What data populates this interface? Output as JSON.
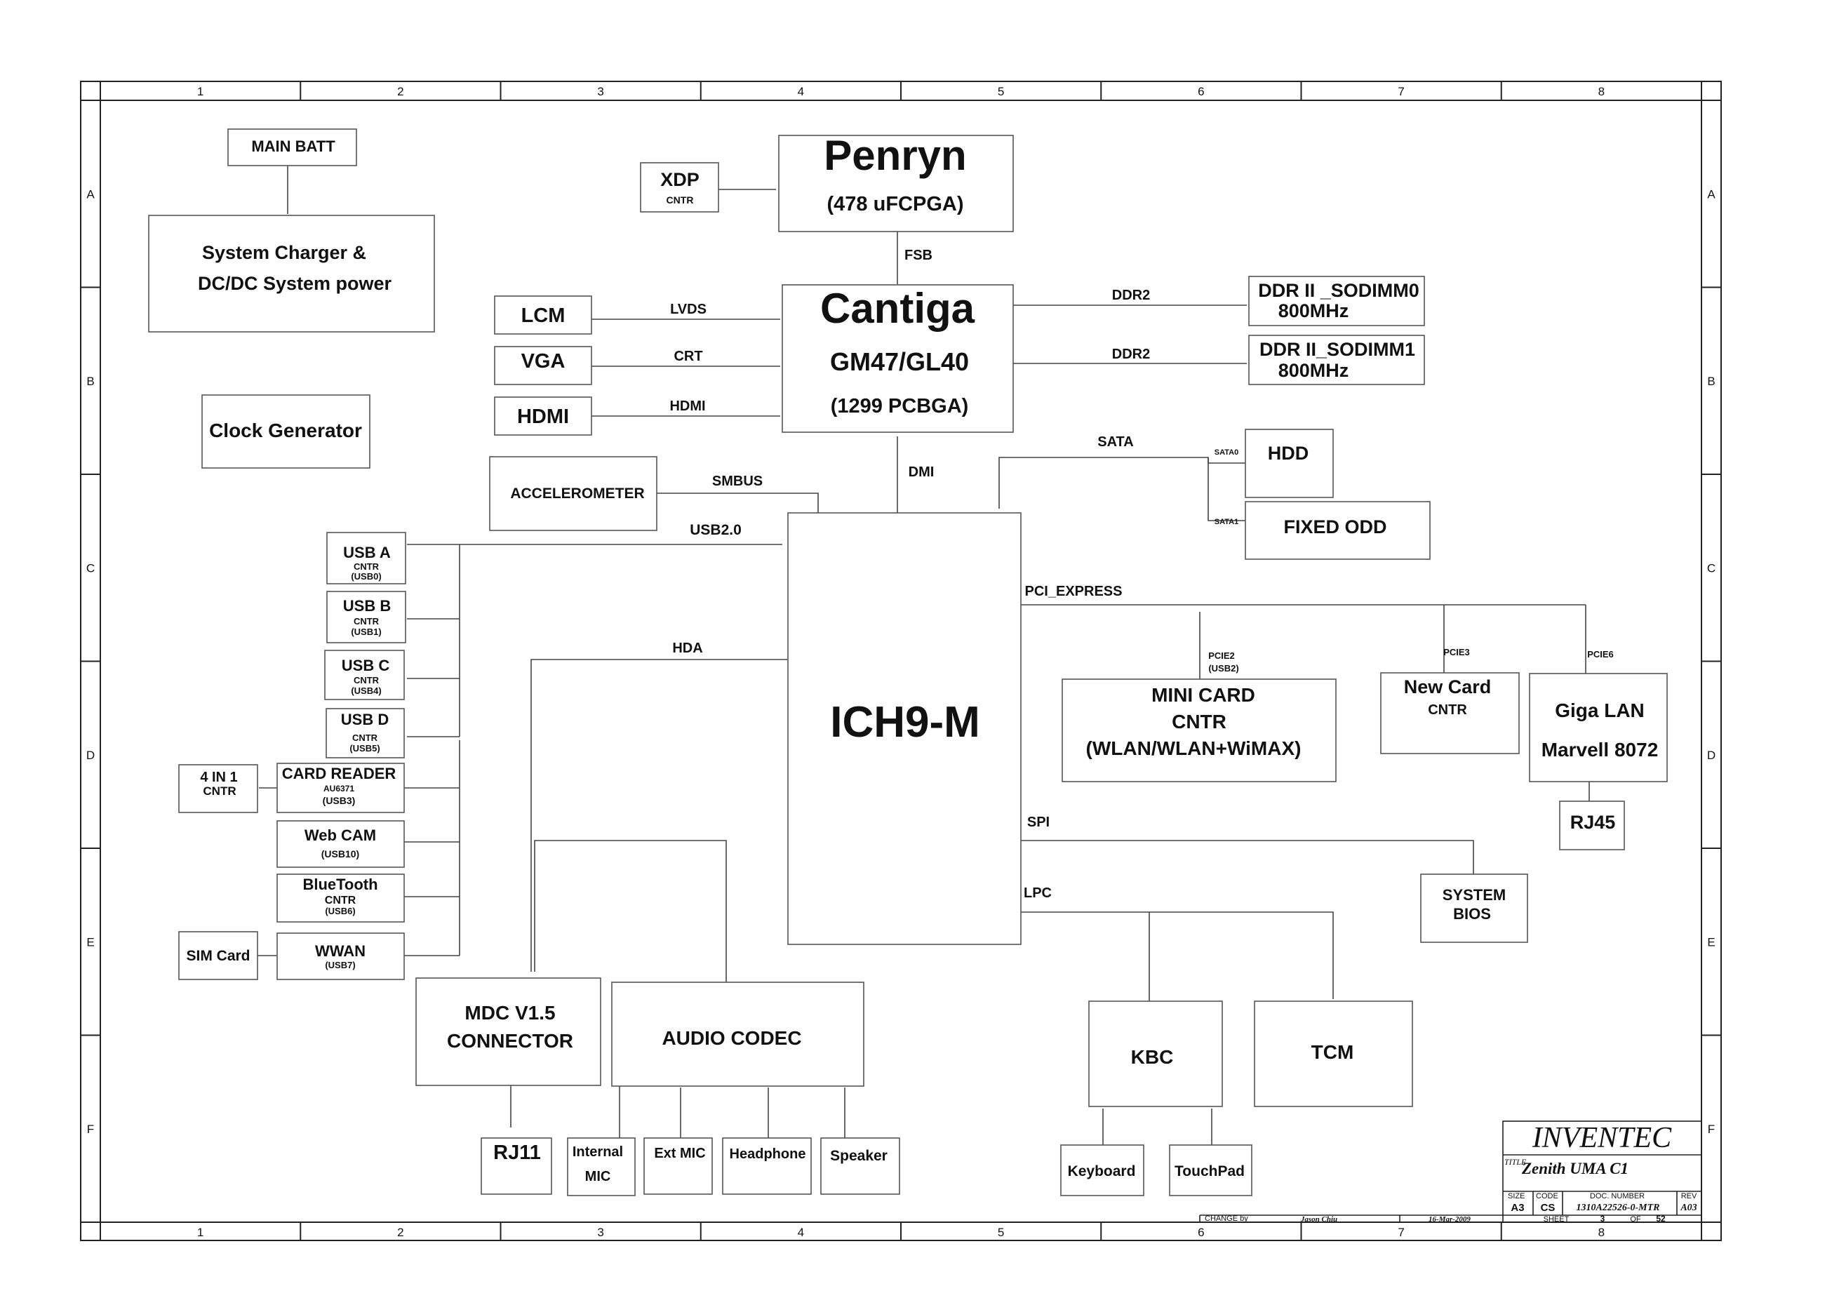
{
  "grid": {
    "columns": [
      "1",
      "2",
      "3",
      "4",
      "5",
      "6",
      "7",
      "8"
    ],
    "rows": [
      "A",
      "B",
      "C",
      "D",
      "E",
      "F"
    ]
  },
  "blocks": {
    "main_batt": "MAIN BATT",
    "charger": [
      "System Charger &",
      "DC/DC System power"
    ],
    "clock": "Clock Generator",
    "xdp": {
      "title": "XDP",
      "sub": "CNTR"
    },
    "cpu": {
      "title": "Penryn",
      "sub": "(478 uFCPGA)"
    },
    "nb": {
      "title": "Cantiga",
      "sub1": "GM47/GL40",
      "sub2": "(1299 PCBGA)"
    },
    "dimm0": {
      "l1": "DDR II _SODIMM0",
      "l2": "800MHz"
    },
    "dimm1": {
      "l1": "DDR II_SODIMM1",
      "l2": "800MHz"
    },
    "lcm": "LCM",
    "vga": "VGA",
    "hdmi": "HDMI",
    "accel": "ACCELEROMETER",
    "hdd": "HDD",
    "odd": "FIXED ODD",
    "sb": "ICH9-M",
    "usba": {
      "t": "USB A",
      "s1": "CNTR",
      "s2": "(USB0)"
    },
    "usbb": {
      "t": "USB B",
      "s1": "CNTR",
      "s2": "(USB1)"
    },
    "usbc": {
      "t": "USB C",
      "s1": "CNTR",
      "s2": "(USB4)"
    },
    "usbd": {
      "t": "USB D",
      "s1": "CNTR",
      "s2": "(USB5)"
    },
    "fourin1": {
      "t": "4 IN 1",
      "s": "CNTR"
    },
    "cardreader": {
      "t": "CARD READER",
      "s1": "AU6371",
      "s2": "(USB3)"
    },
    "webcam": {
      "t": "Web CAM",
      "s": "(USB10)"
    },
    "bt": {
      "t": "BlueTooth",
      "s1": "CNTR",
      "s2": "(USB6)"
    },
    "simcard": "SIM Card",
    "wwan": {
      "t": "WWAN",
      "s": "(USB7)"
    },
    "minicard": {
      "l1": "MINI CARD",
      "l2": "CNTR",
      "l3": "(WLAN/WLAN+WiMAX)"
    },
    "newcard": {
      "t": "New Card",
      "s": "CNTR"
    },
    "gigalan": {
      "l1": "Giga LAN",
      "l2": "Marvell 8072"
    },
    "rj45": "RJ45",
    "bios": {
      "l1": "SYSTEM",
      "l2": "BIOS"
    },
    "mdc": {
      "l1": "MDC V1.5",
      "l2": "CONNECTOR"
    },
    "codec": "AUDIO CODEC",
    "kbc": "KBC",
    "tcm": "TCM",
    "rj11": "RJ11",
    "intmic": {
      "l1": "Internal",
      "l2": "MIC"
    },
    "extmic": "Ext MIC",
    "headphone": "Headphone",
    "speaker": "Speaker",
    "keyboard": "Keyboard",
    "touchpad": "TouchPad"
  },
  "buses": {
    "fsb": "FSB",
    "lvds": "LVDS",
    "crt": "CRT",
    "hdmi": "HDMI",
    "ddr2_a": "DDR2",
    "ddr2_b": "DDR2",
    "dmi": "DMI",
    "sata": "SATA",
    "sata0": "SATA0",
    "sata1": "SATA1",
    "smbus": "SMBUS",
    "usb20": "USB2.0",
    "pci_express": "PCI_EXPRESS",
    "pcie2": "PCIE2",
    "pcie2_sub": "(USB2)",
    "pcie3": "PCIE3",
    "pcie6": "PCIE6",
    "hda": "HDA",
    "spi": "SPI",
    "lpc": "LPC"
  },
  "title_block": {
    "company": "INVENTEC",
    "title_label": "TITLE",
    "title": "Zenith UMA C1",
    "size_label": "SIZE",
    "size": "A3",
    "code_label": "CODE",
    "code": "CS",
    "doc_label": "DOC. NUMBER",
    "doc": "1310A22526-0-MTR",
    "rev_label": "REV",
    "rev": "A03",
    "change_label": "CHANGE by",
    "author": "Jason Chiu",
    "date": "16-Mar-2009",
    "sheet_label": "SHEET",
    "sheet": "3",
    "of_label": "OF",
    "of": "52"
  }
}
